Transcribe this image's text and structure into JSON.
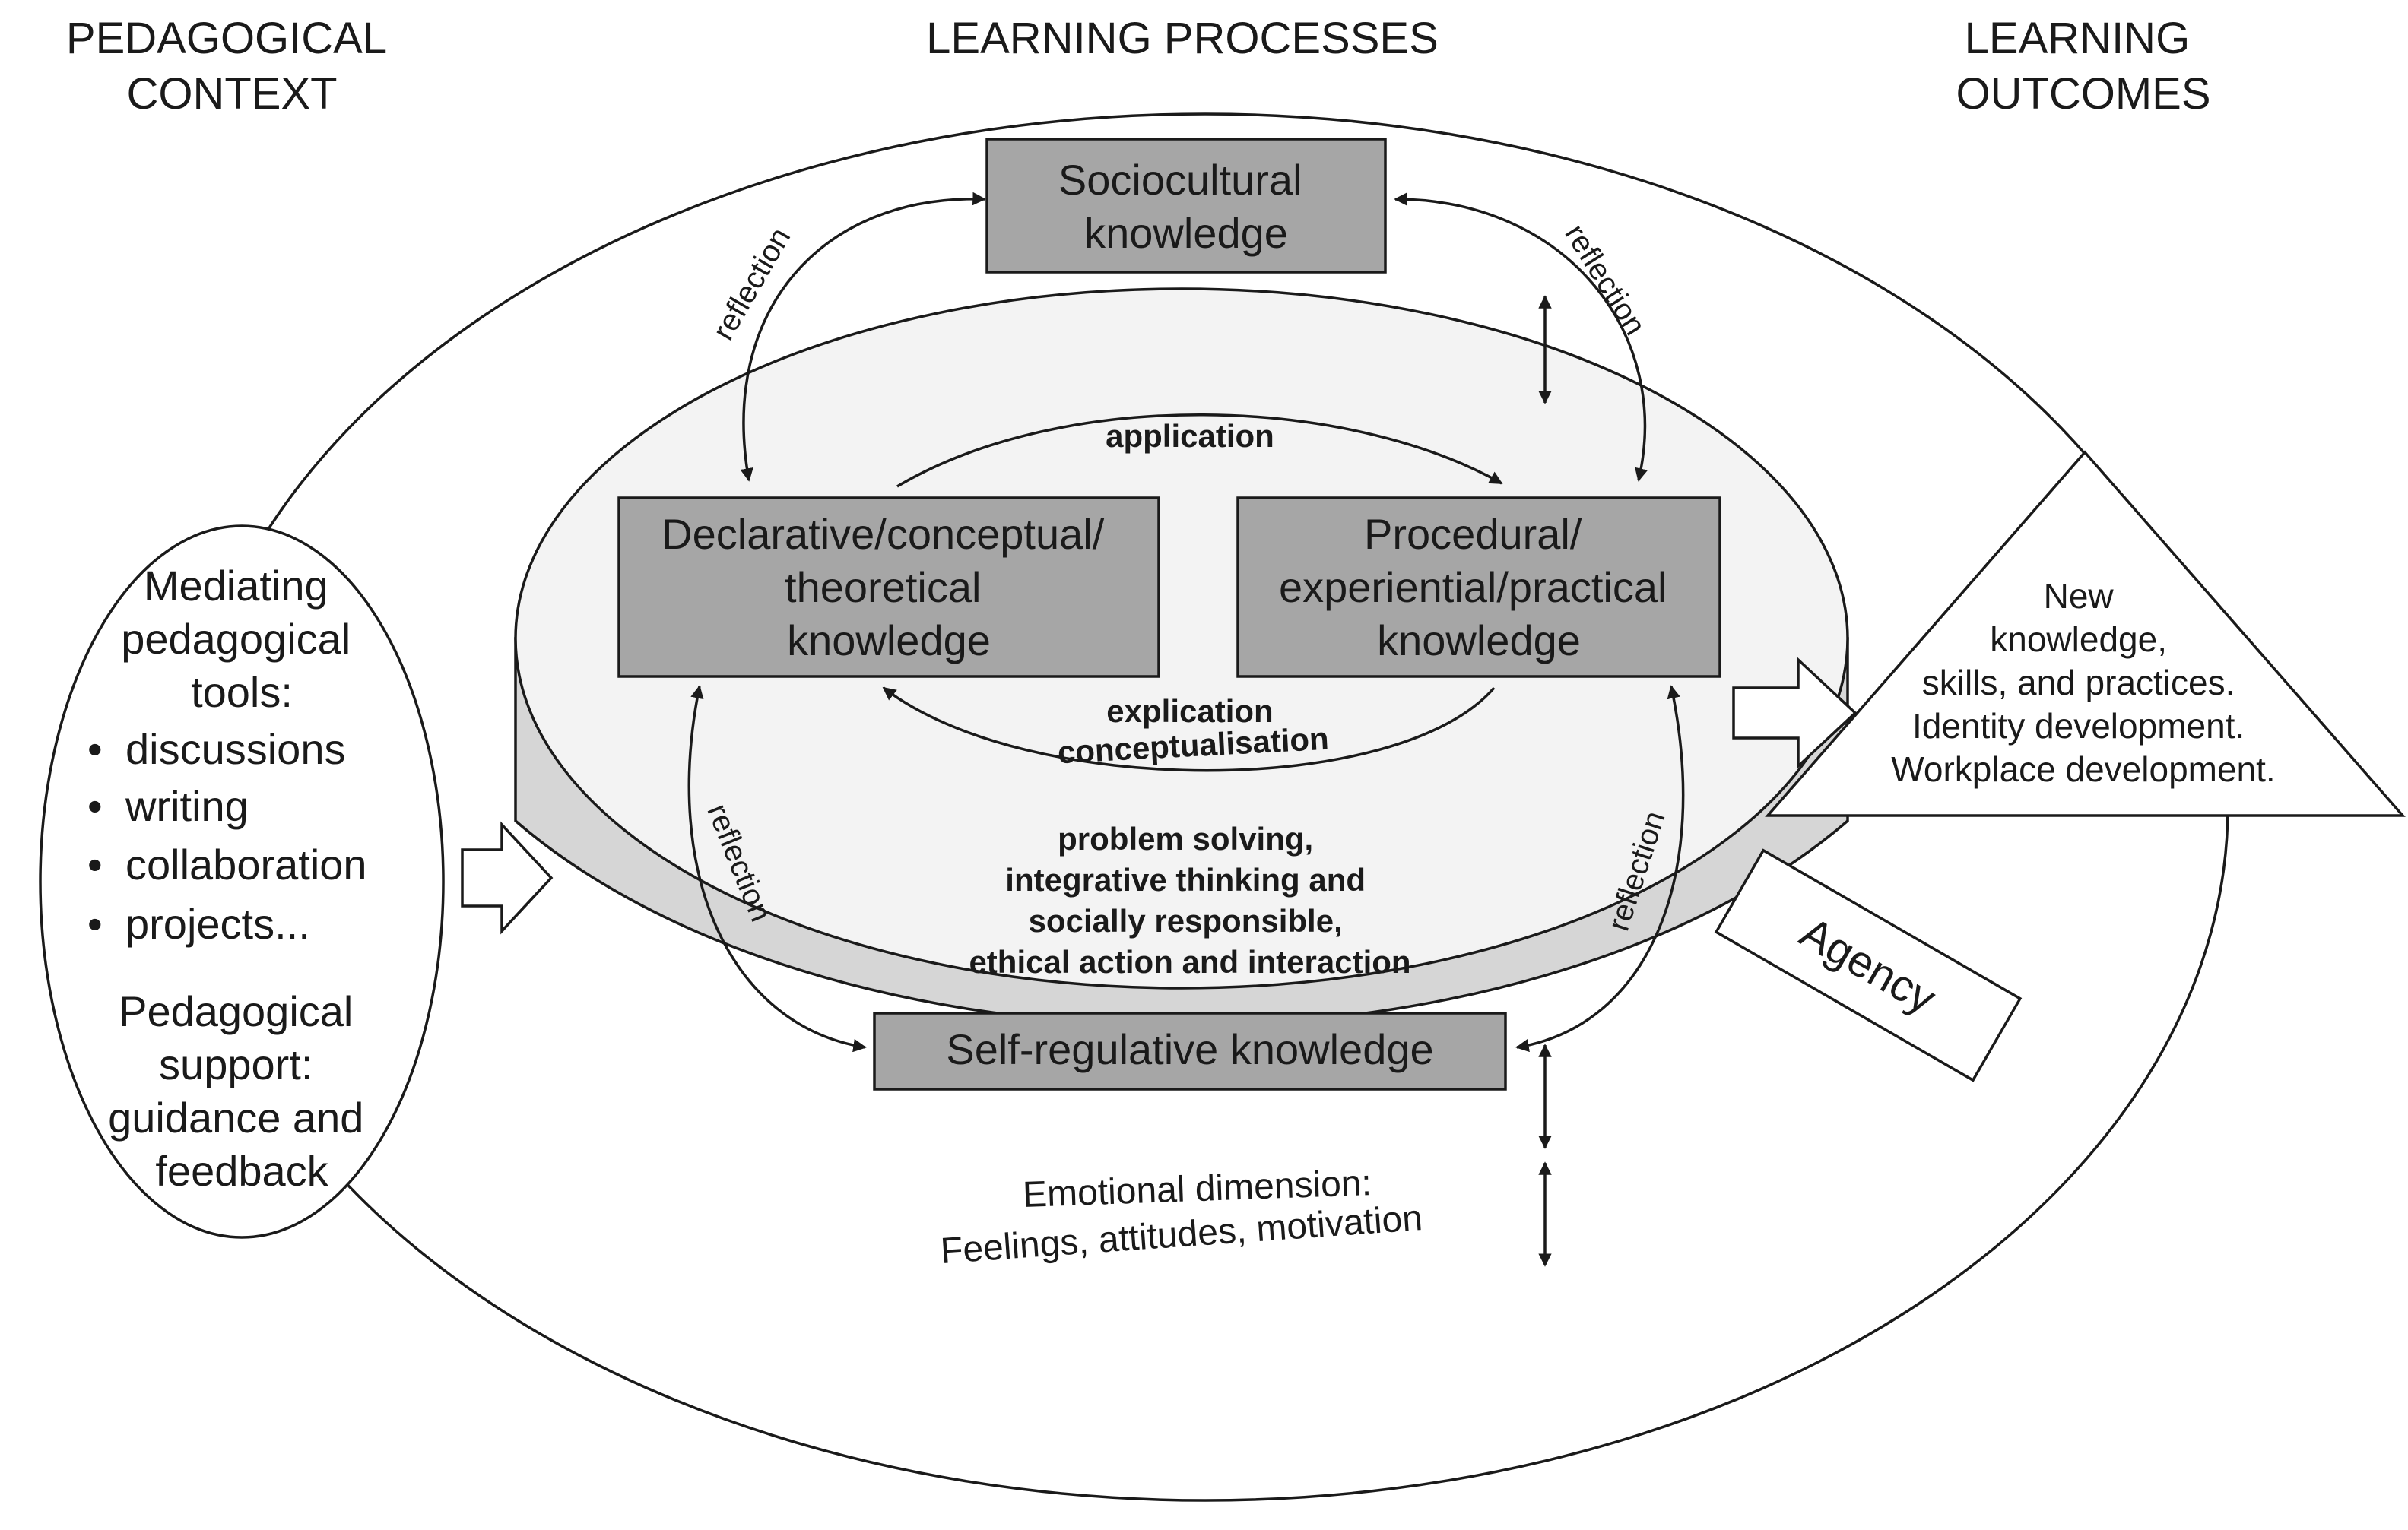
{
  "headers": {
    "left": [
      "PEDAGOGICAL",
      "CONTEXT"
    ],
    "center": "LEARNING PROCESSES",
    "right": [
      "LEARNING",
      "OUTCOMES"
    ]
  },
  "boxes": {
    "sociocultural": [
      "Sociocultural",
      "knowledge"
    ],
    "declarative": [
      "Declarative/conceptual/",
      "theoretical",
      "knowledge"
    ],
    "procedural": [
      "Procedural/",
      "experiential/practical",
      "knowledge"
    ],
    "self_regulative": "Self-regulative knowledge"
  },
  "arrow_labels": {
    "reflection": "reflection",
    "application": "application",
    "explication": "explication",
    "conceptualisation": "conceptualisation"
  },
  "center_text": [
    "problem solving,",
    "integrative thinking and",
    "socially responsible,",
    "ethical action and interaction"
  ],
  "emotional": [
    "Emotional dimension:",
    "Feelings, attitudes, motivation"
  ],
  "mediating": {
    "title": [
      "Mediating",
      "pedagogical",
      "tools:"
    ],
    "bullet": "•",
    "items": [
      "discussions",
      "writing",
      "collaboration",
      "projects..."
    ],
    "support": [
      "Pedagogical",
      "support:",
      "guidance and",
      "feedback"
    ]
  },
  "outcomes": [
    "New",
    "knowledge,",
    "skills, and practices.",
    "Identity development.",
    "Workplace development."
  ],
  "agency": "Agency",
  "colors": {
    "box_fill": "#a6a6a6",
    "disc_top": "#f3f3f3",
    "disc_side": "#d6d6d6",
    "line": "#1a1a1a"
  }
}
